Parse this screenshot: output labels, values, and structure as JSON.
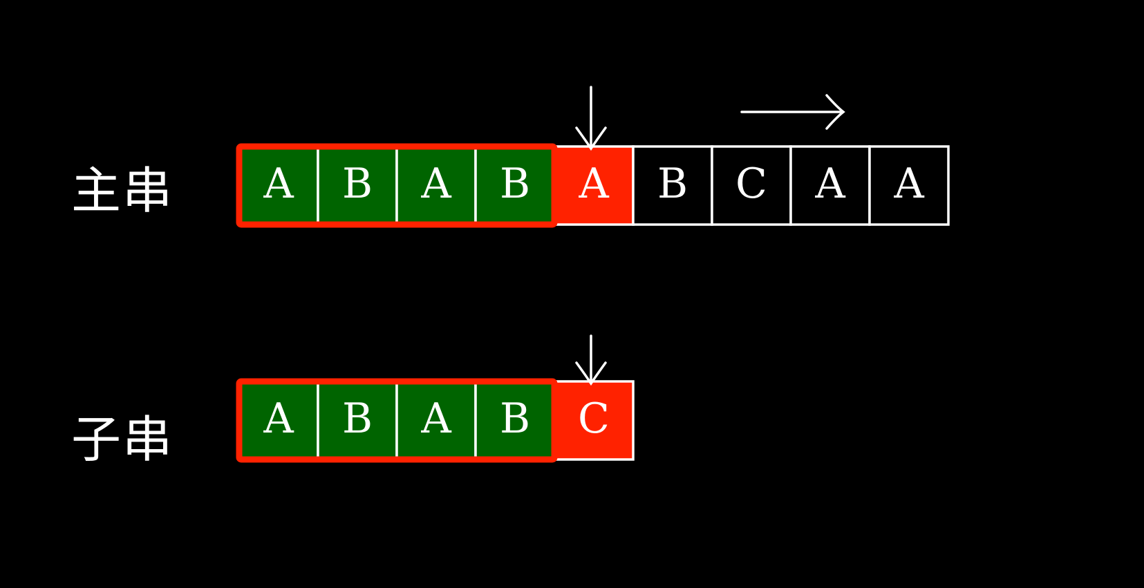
{
  "labels": {
    "main": "主串",
    "sub": "子串"
  },
  "main_string": {
    "chars": [
      "A",
      "B",
      "A",
      "B",
      "A",
      "B",
      "C",
      "A",
      "A"
    ],
    "states": [
      "match",
      "match",
      "match",
      "match",
      "mismatch",
      "pending",
      "pending",
      "pending",
      "pending"
    ]
  },
  "sub_string": {
    "chars": [
      "A",
      "B",
      "A",
      "B",
      "C"
    ],
    "states": [
      "match",
      "match",
      "match",
      "match",
      "mismatch"
    ]
  },
  "pointers": {
    "main_index": 4,
    "sub_index": 4
  },
  "colors": {
    "background": "#000000",
    "match_fill": "#006400",
    "mismatch_fill": "#ff2200",
    "pending_fill": "#000000",
    "cell_border": "#ffffff",
    "group_border": "#ff2200",
    "text": "#ffffff"
  },
  "icons": {
    "pointer": "down-arrow-icon",
    "direction": "right-arrow-icon"
  }
}
